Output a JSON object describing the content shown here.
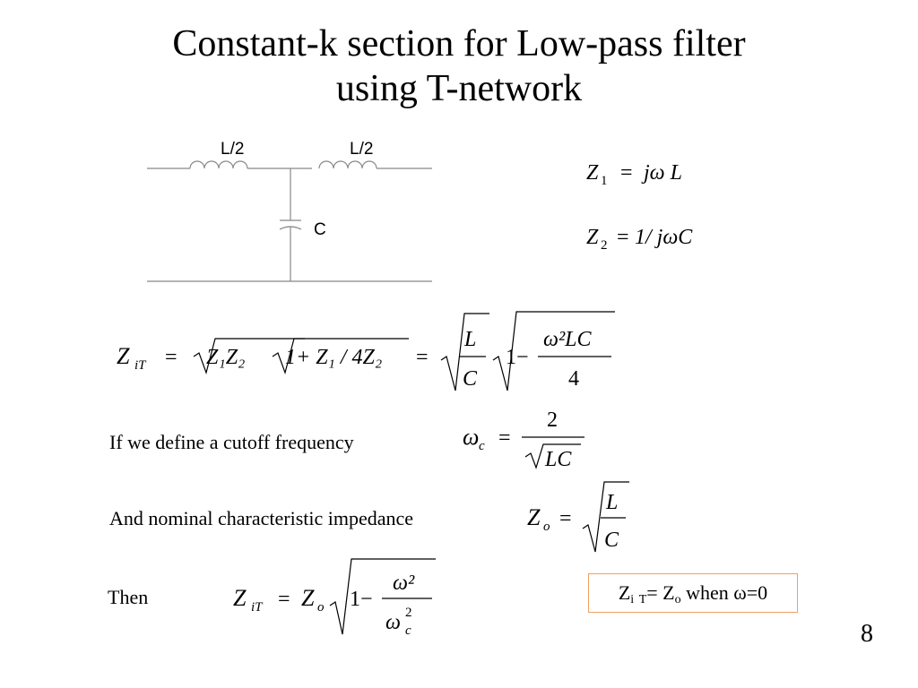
{
  "slide": {
    "title_line1": "Constant-k section for Low-pass filter",
    "title_line2": "using T-network",
    "page_number": "8"
  },
  "circuit": {
    "inductor1_label": "L/2",
    "inductor2_label": "L/2",
    "capacitor_label": "C"
  },
  "equations": {
    "z1": {
      "Z": "Z",
      "sub": "1",
      "eq": "=",
      "rhs": "jω L"
    },
    "z2": {
      "Z": "Z",
      "sub": "2",
      "eq": "=",
      "rhs": "1/ jωC"
    },
    "zit": {
      "Z": "Z",
      "sub": "iT",
      "eq1": "=",
      "z1z2": "Z₁Z₂",
      "root2": "1+ Z₁ / 4Z₂",
      "eq2": "=",
      "frac_num": "L",
      "frac_den": "C",
      "one_minus": "1−",
      "num": "ω²LC",
      "den": "4"
    },
    "cutoff": {
      "lhs": "ω",
      "sub": "c",
      "eq": "=",
      "num": "2",
      "den": "LC"
    },
    "nominal": {
      "lhs": "Z",
      "sub": "o",
      "eq": "=",
      "num": "L",
      "den": "C"
    },
    "then": {
      "Z": "Z",
      "sub": "iT",
      "eq": "=",
      "Zo": "Z",
      "o": "o",
      "one_minus": "1−",
      "num": "ω²",
      "den_w": "ω",
      "den_sup": "2",
      "den_sub": "c"
    }
  },
  "labels": {
    "cutoff_text": "If we define a cutoff frequency",
    "nominal_text": "And nominal characteristic impedance",
    "then_text": "Then"
  },
  "note": {
    "z": "Z",
    "sub_i": "i",
    "sub_t": "T",
    "eq": "= Z",
    "sub_o": "o",
    "tail": " when ω=0"
  },
  "colors": {
    "note_border": "#f0a060",
    "wire": "#888888"
  }
}
